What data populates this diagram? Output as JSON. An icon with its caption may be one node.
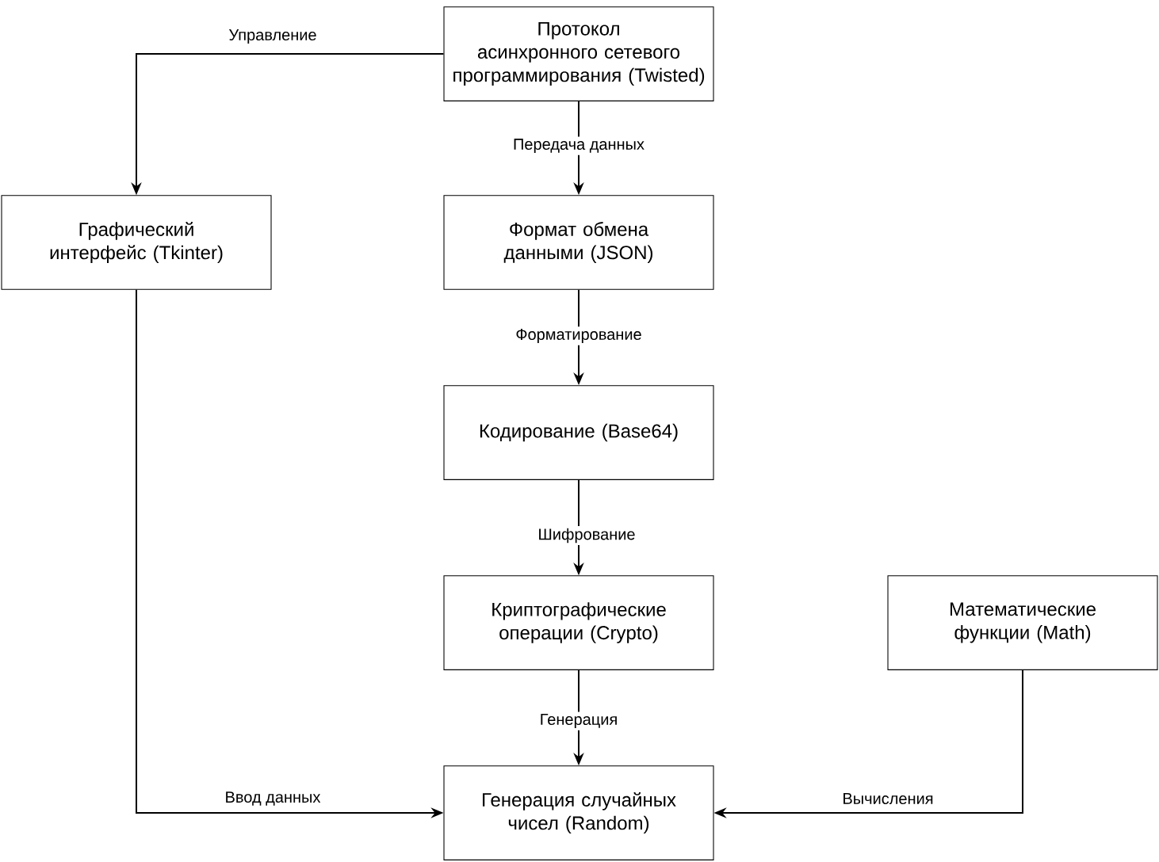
{
  "diagram": {
    "nodes": [
      {
        "text": [
          "Протокол асинхронного сетевого программирования (Twisted)"
        ]
      },
      {
        "text": [
          "Графический интерфейс (Tkinter)"
        ]
      },
      {
        "text": [
          "Формат обмена данными (JSON)"
        ]
      },
      {
        "text": [
          "Кодирование (Base64)"
        ]
      },
      {
        "text": [
          "Криптографические операции (Crypto)"
        ]
      },
      {
        "text": [
          "Математические функции (Math)"
        ]
      },
      {
        "text": [
          "Генерация случайных чисел (Random)"
        ]
      }
    ],
    "edges": [
      {
        "from": 0,
        "to": 1,
        "arrow": "to",
        "label": "Управление"
      },
      {
        "from": 0,
        "to": 2,
        "arrow": "to",
        "label": "Передача данных"
      },
      {
        "from": 2,
        "to": 3,
        "arrow": "to",
        "label": "Форматирование"
      },
      {
        "from": 3,
        "to": 4,
        "arrow": "to",
        "label": "Шифрование"
      },
      {
        "from": 4,
        "to": 6,
        "arrow": "to",
        "label": "Генерация"
      },
      {
        "from": 1,
        "to": 6,
        "arrow": "to",
        "label": "Ввод данных"
      },
      {
        "from": 5,
        "to": 6,
        "arrow": "to",
        "label": "Вычисления"
      }
    ]
  }
}
